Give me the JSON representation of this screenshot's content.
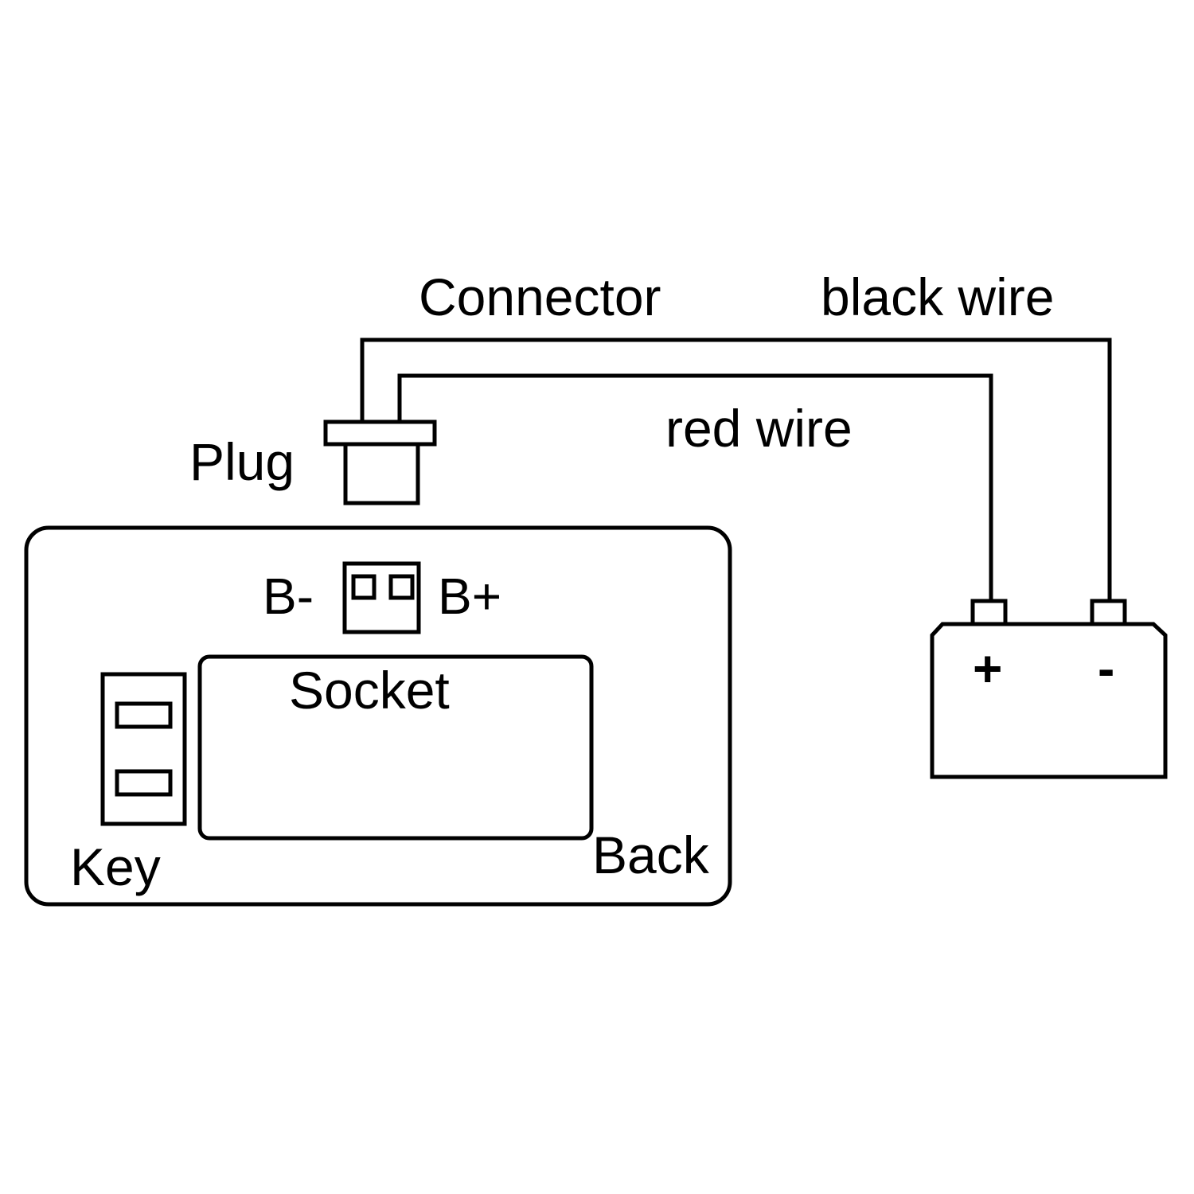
{
  "diagram": {
    "title": "Battery connection wiring diagram",
    "labels": {
      "connector": "Connector",
      "black_wire": "black wire",
      "red_wire": "red wire",
      "plug": "Plug",
      "b_minus": "B-",
      "b_plus": "B+",
      "socket": "Socket",
      "key": "Key",
      "back": "Back",
      "battery_plus": "+",
      "battery_minus": "-"
    },
    "colors": {
      "line": "#000000",
      "background": "#ffffff"
    }
  }
}
